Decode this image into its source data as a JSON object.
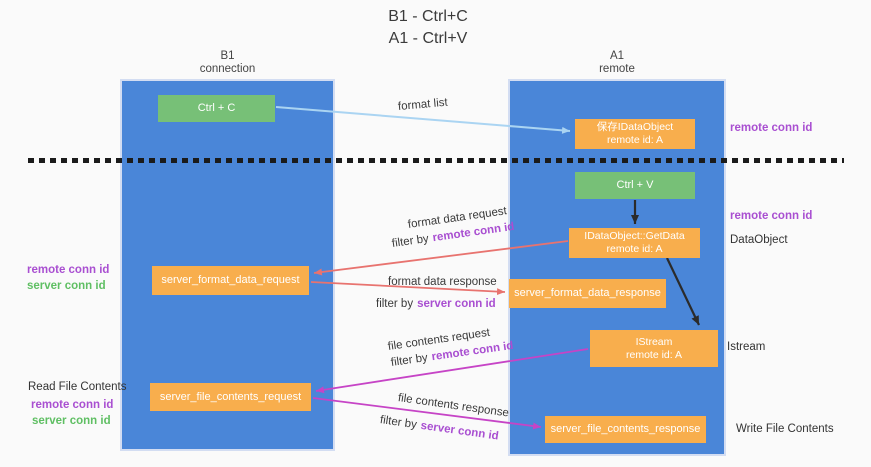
{
  "title": {
    "line1": "B1 - Ctrl+C",
    "line2": "A1 - Ctrl+V"
  },
  "lanes": {
    "left": {
      "title": "B1",
      "subtitle": "connection"
    },
    "right": {
      "title": "A1",
      "subtitle": "remote"
    }
  },
  "nodes": {
    "ctrl_c": {
      "label": "Ctrl + C"
    },
    "saved_dataobject": {
      "line1": "保存IDataObject",
      "line2": "remote id: A"
    },
    "ctrl_v": {
      "label": "Ctrl + V"
    },
    "getdata": {
      "line1": "IDataObject::GetData",
      "line2": "remote id: A"
    },
    "server_format_data_request": {
      "label": "server_format_data_request"
    },
    "server_format_data_response": {
      "label": "server_format_data_response"
    },
    "istream": {
      "line1": "IStream",
      "line2": "remote id: A"
    },
    "server_file_contents_request": {
      "label": "server_file_contents_request"
    },
    "server_file_contents_response": {
      "label": "server_file_contents_response"
    }
  },
  "arrow_labels": {
    "format_list": "format list",
    "format_data_request": "format data request",
    "format_data_response": "format data response",
    "file_contents_request": "file contents request",
    "file_contents_response": "file contents response",
    "filter_by": "filter by",
    "remote_conn_id": "remote conn id",
    "server_conn_id": "server conn id"
  },
  "annotations": {
    "remote_conn_id": "remote conn id",
    "server_conn_id": "server conn id",
    "dataobject": "DataObject",
    "istream": "Istream",
    "read_file_contents": "Read File Contents",
    "write_file_contents": "Write File Contents"
  },
  "colors": {
    "lane_blue": "#4a86d8",
    "box_orange": "#f8ae4d",
    "box_green": "#77c077",
    "arrow_blue": "#aad4f2",
    "arrow_black": "#2b2b2b",
    "arrow_red": "#e8736f",
    "arrow_magenta": "#c644c6",
    "label_purple": "#a94fd1",
    "label_green": "#5fbf63"
  }
}
